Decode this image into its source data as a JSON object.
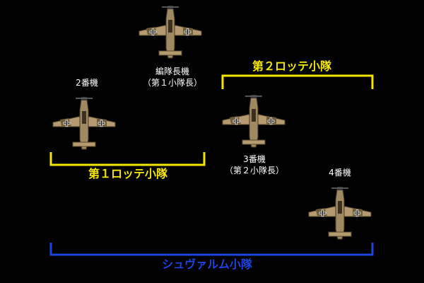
{
  "planes": {
    "leader": {
      "line1": "編隊長機",
      "line2": "（第１小隊長）"
    },
    "wingman2": {
      "line1": "2番機"
    },
    "wingman3": {
      "line1": "3番機",
      "line2": "（第２小隊長）"
    },
    "wingman4": {
      "line1": "4番機"
    }
  },
  "groups": {
    "rotte1": {
      "label": "第１ロッテ小隊",
      "color": "#f5e600"
    },
    "rotte2": {
      "label": "第２ロッテ小隊",
      "color": "#f5e600"
    },
    "schwarm": {
      "label": "シュヴァルム小隊",
      "color": "#1e44e0"
    }
  }
}
